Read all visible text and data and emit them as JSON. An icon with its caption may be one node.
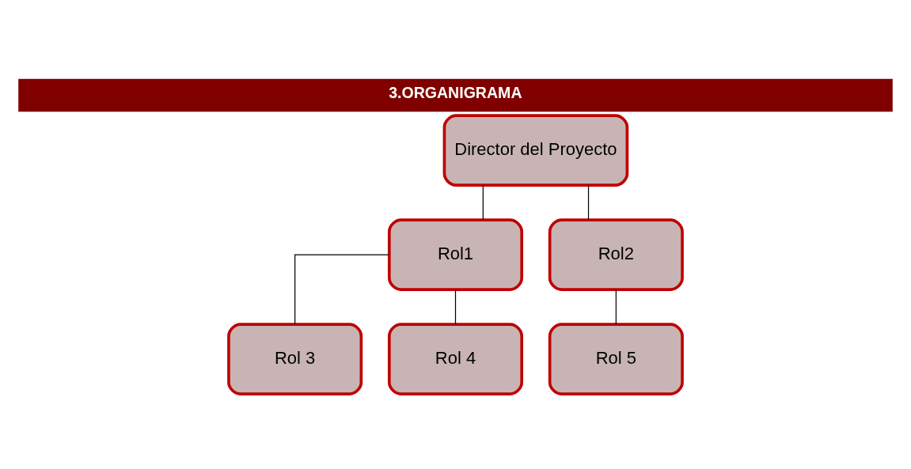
{
  "diagram": {
    "title": "3.ORGANIGRAMA",
    "nodes": [
      {
        "text": [
          "Director del Proyecto"
        ]
      },
      {
        "text": [
          "Rol1"
        ]
      },
      {
        "text": [
          "Rol2"
        ]
      },
      {
        "text": [
          "Rol 3"
        ]
      },
      {
        "text": [
          "Rol 4"
        ]
      },
      {
        "text": [
          "Rol 5"
        ]
      }
    ],
    "edges": [
      {
        "from": 0,
        "to": 1,
        "arrow": "none"
      },
      {
        "from": 0,
        "to": 2,
        "arrow": "none"
      },
      {
        "from": 1,
        "to": 3,
        "arrow": "none"
      },
      {
        "from": 1,
        "to": 4,
        "arrow": "none"
      },
      {
        "from": 2,
        "to": 5,
        "arrow": "none"
      }
    ]
  }
}
